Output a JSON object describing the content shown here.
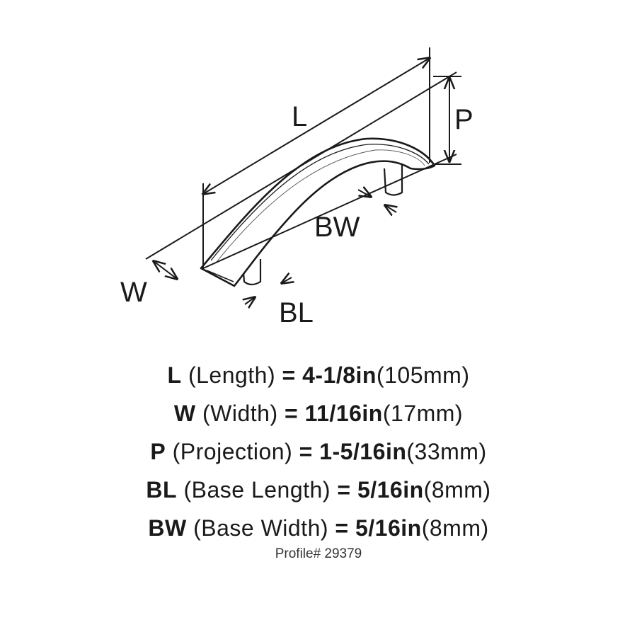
{
  "diagram": {
    "labels": {
      "L": "L",
      "P": "P",
      "BW": "BW",
      "W": "W",
      "BL": "BL"
    }
  },
  "specs": [
    {
      "code": "L",
      "name": "(Length)",
      "eq": "=",
      "imperial": "4-1/8in",
      "metric": "(105mm)"
    },
    {
      "code": "W",
      "name": "(Width)",
      "eq": "=",
      "imperial": "11/16in",
      "metric": "(17mm)"
    },
    {
      "code": "P",
      "name": "(Projection)",
      "eq": "=",
      "imperial": "1-5/16in",
      "metric": "(33mm)"
    },
    {
      "code": "BL",
      "name": "(Base Length)",
      "eq": "=",
      "imperial": "5/16in",
      "metric": "(8mm)"
    },
    {
      "code": "BW",
      "name": "(Base Width)",
      "eq": "=",
      "imperial": "5/16in",
      "metric": "(8mm)"
    }
  ],
  "profile": "Profile# 29379"
}
